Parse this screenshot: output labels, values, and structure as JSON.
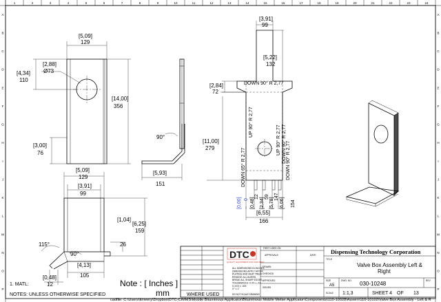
{
  "border": {
    "top_numbers": [
      "1",
      "2",
      "3",
      "4",
      "5",
      "6",
      "7",
      "8",
      "9",
      "10",
      "11",
      "12",
      "13",
      "14",
      "15",
      "16",
      "17",
      "18",
      "19",
      "20",
      "21",
      "22",
      "23",
      "24"
    ],
    "left_letters": [
      "A",
      "B",
      "C",
      "D",
      "E",
      "F",
      "G",
      "H",
      "I",
      "J",
      "K",
      "L",
      "M",
      "N",
      "O",
      "P"
    ]
  },
  "views": {
    "front": {
      "dim_width": {
        "bracket": "[5,09]",
        "mm": "129"
      },
      "dim_hole_offset": {
        "bracket": "[4,34]",
        "mm": "110"
      },
      "dim_hole_dia": {
        "bracket": "[2,88]",
        "mm": "Ø73"
      },
      "dim_height": {
        "bracket": "[14,00]",
        "mm": "356"
      },
      "dim_bottom": {
        "bracket": "[3,00]",
        "mm": "76"
      }
    },
    "side": {
      "angle": "90°",
      "dim_flange": {
        "bracket": "[5,93]",
        "mm": "151"
      }
    },
    "flat": {
      "dim_top_width": {
        "bracket": "[3,91]",
        "mm": "99"
      },
      "dim_tab_height": {
        "bracket": "[5,22]",
        "mm": "132"
      },
      "dim_side_tab": {
        "bracket": "[2,84]",
        "mm": "72"
      },
      "bend_top": "DOWN  90°  R 2,77",
      "bend_left": "UP  90°  R 2,77",
      "bend_right_a": "UP  90°  R 2,77",
      "bend_right_b": "DOWN  90°  R 2,77",
      "bend_low": "DOWN  65°  R 2,77",
      "bend_bottom": "DOWN  90°  R 2,77",
      "dim_height": {
        "bracket": "[11,00]",
        "mm": "279"
      },
      "dim_width": {
        "bracket": "[6,55]",
        "mm": "166"
      },
      "ord_labels": [
        "[0,00]",
        "0",
        "[0,48]",
        "12",
        "[2,34]",
        "59",
        "[5,78]",
        "147",
        "[6,06]",
        "154"
      ]
    },
    "top": {
      "dim_outer": {
        "bracket": "[5,09]",
        "mm": "129"
      },
      "dim_inner": {
        "bracket": "[3,91]",
        "mm": "99"
      },
      "dim_height": {
        "bracket": "[6,25]",
        "mm": "159"
      },
      "dim_tab": {
        "bracket": "[1,04]",
        "mm": "26"
      },
      "angle_115": "115°",
      "angle_90": "90°",
      "dim_bottom": {
        "bracket": "[4,13]",
        "mm": "105"
      },
      "dim_small": {
        "bracket": "[0,48]",
        "mm": "12"
      }
    }
  },
  "notes": {
    "matl": "1. MATL:",
    "unless": "NOTES: UNLESS OTHERWISE SPECIFIED",
    "units_note": "Note : [ Inches ]",
    "units_mm": "mm",
    "where_used": "WHERE USED"
  },
  "title_block": {
    "logo": "DTC",
    "logo_sub": "QUALITY EQUIPMENT FOR INDUSTRY",
    "first_used": "FIRST USED ON",
    "approvals": "APPROVALS",
    "date": "DATE",
    "drawn": "DRAWN",
    "checked": "CHECKED",
    "approved": "APPROVED",
    "issued": "ISSUED",
    "company": "Dispensing Technology Corporation",
    "title_label": "TITLE",
    "title_line1": "Valve Box Assembly Left &",
    "title_line2": "Right",
    "size_label": "SIZE",
    "size": "A5",
    "dwg_label": "DWG. NO.",
    "dwg_no": "030-10248",
    "rev_label": "REV",
    "scale_label": "SCALE",
    "scale": "1:1,3",
    "sheet": "SHEET 4",
    "of": "OF",
    "total": "13",
    "tol_notes": [
      "ALL DIMENSIONS IN INCHES.",
      "DIMENSIONS APPLY AFTER",
      "PLATING AND HEAT TREAT.",
      "REMOVE ALL BURRS,",
      "BREAK ALL SHARP EDGES.",
      "TOLERANCES:  X.XX ± .03",
      "X.XXX ± .005",
      "X° ± 1°"
    ],
    "do_not_scale": "DO NOT SCALE DRAWING"
  },
  "file_path": "cadfile: C:\\Users\\kmeery\\Dropbox\\DTC-CIMMS\\Mobile Bituminous Applicator\\Bituminous Mobile Melter Applicator\\Components\\110-10028\\Assem\\110-10102\\Valve Box Assembly - Left & R"
}
